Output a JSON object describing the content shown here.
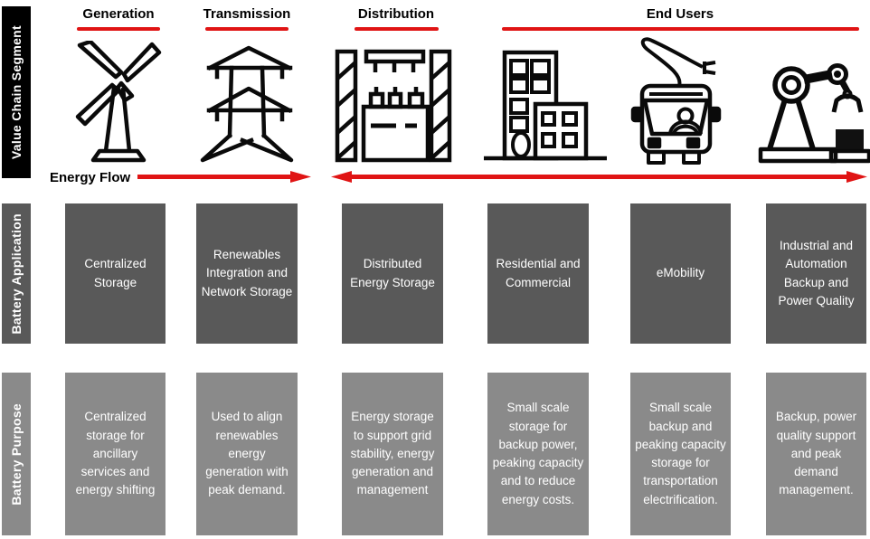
{
  "colors": {
    "accent_red": "#e01414",
    "segment_label_bg": "#000000",
    "application_box_bg": "#595959",
    "purpose_box_bg": "#8a8a8a",
    "box_text": "#ffffff",
    "icon_stroke": "#0a0a0a"
  },
  "row_labels": {
    "segment": "Value Chain Segment",
    "application": "Battery Application",
    "purpose": "Battery Purpose"
  },
  "headers": {
    "generation": "Generation",
    "transmission": "Transmission",
    "distribution": "Distribution",
    "end_users": "End Users"
  },
  "energy_flow_label": "Energy Flow",
  "columns": [
    {
      "icon": "wind-turbine-icon",
      "application": "Centralized Storage",
      "purpose": "Centralized storage for ancillary services and energy shifting"
    },
    {
      "icon": "transmission-tower-icon",
      "application": "Renewables Integration and Network Storage",
      "purpose": "Used to align renewables energy generation with peak demand."
    },
    {
      "icon": "transformer-substation-icon",
      "application": "Distributed Energy Storage",
      "purpose": "Energy storage to support grid stability, energy generation and management"
    },
    {
      "icon": "buildings-icon",
      "application": "Residential and Commercial",
      "purpose": "Small scale storage for backup power, peaking capacity and to reduce energy costs."
    },
    {
      "icon": "electric-bus-icon",
      "application": "eMobility",
      "purpose": "Small scale backup and peaking capacity storage for transportation electrification."
    },
    {
      "icon": "robot-arm-icon",
      "application": "Industrial and Automation Backup and Power Quality",
      "purpose": "Backup, power quality support and peak demand management."
    }
  ]
}
